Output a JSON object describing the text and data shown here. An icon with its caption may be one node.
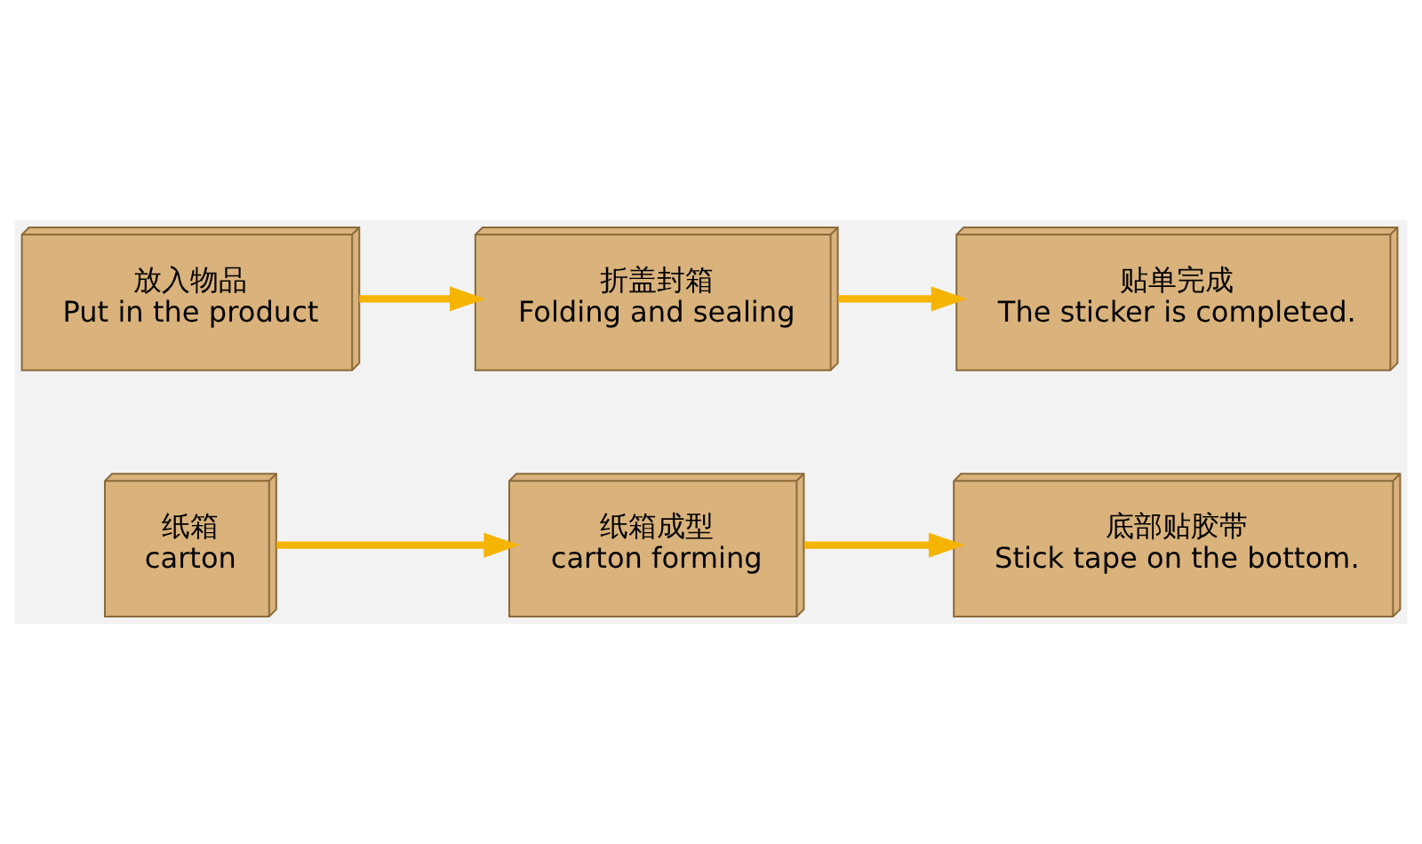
{
  "diagram": {
    "nodes": [
      {
        "text": [
          "纸箱",
          "carton"
        ]
      },
      {
        "text": [
          "纸箱成型",
          "carton forming"
        ]
      },
      {
        "text": [
          "底部贴胶带",
          "Stick tape on the bottom."
        ]
      },
      {
        "text": [
          "放入物品",
          "Put in the product"
        ]
      },
      {
        "text": [
          "折盖封箱",
          "Folding and sealing"
        ]
      },
      {
        "text": [
          "贴单完成",
          "The sticker is completed."
        ]
      }
    ],
    "edges": [
      {
        "from": 0,
        "to": 1,
        "arrow": "to"
      },
      {
        "from": 1,
        "to": 2,
        "arrow": "to"
      },
      {
        "from": 3,
        "to": 4,
        "arrow": "to"
      },
      {
        "from": 4,
        "to": 5,
        "arrow": "to"
      }
    ]
  }
}
